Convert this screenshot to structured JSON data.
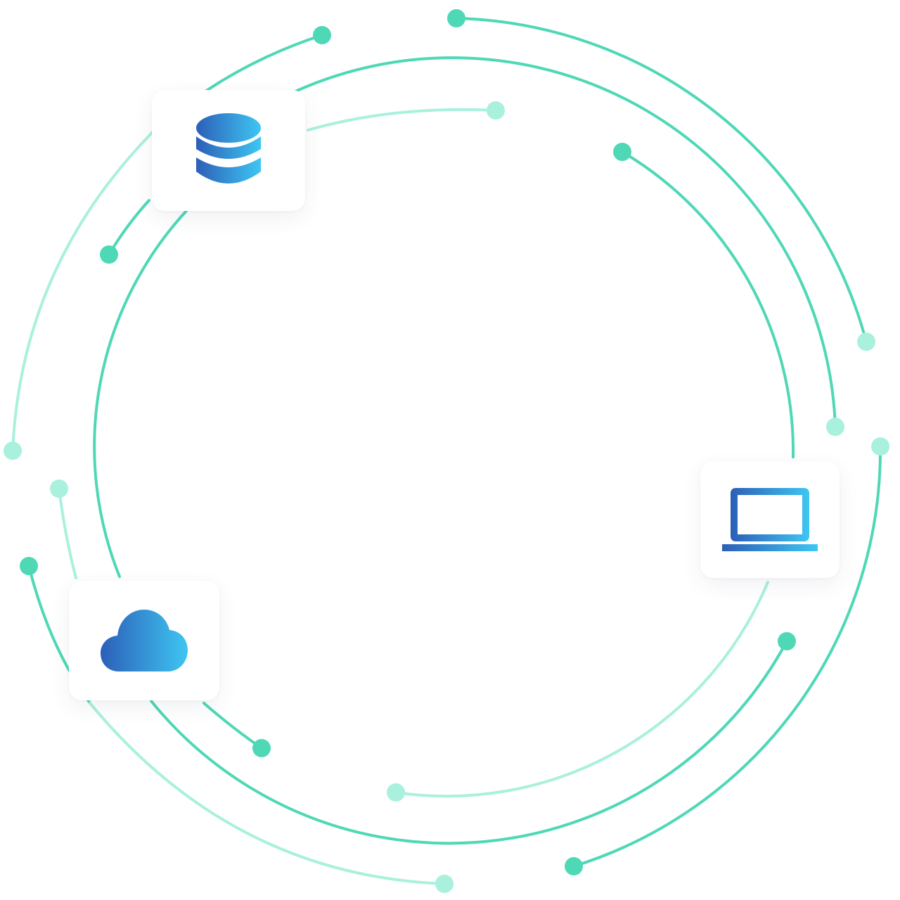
{
  "colors": {
    "line_strong": "#4fd8b6",
    "line_light": "#a9f0dd",
    "icon_gradient_start": "#2c5fb8",
    "icon_gradient_end": "#3ec6f2",
    "card_background": "#ffffff"
  },
  "nodes": [
    {
      "id": "database",
      "icon": "database-icon"
    },
    {
      "id": "laptop",
      "icon": "laptop-icon"
    },
    {
      "id": "cloud",
      "icon": "cloud-icon"
    }
  ]
}
